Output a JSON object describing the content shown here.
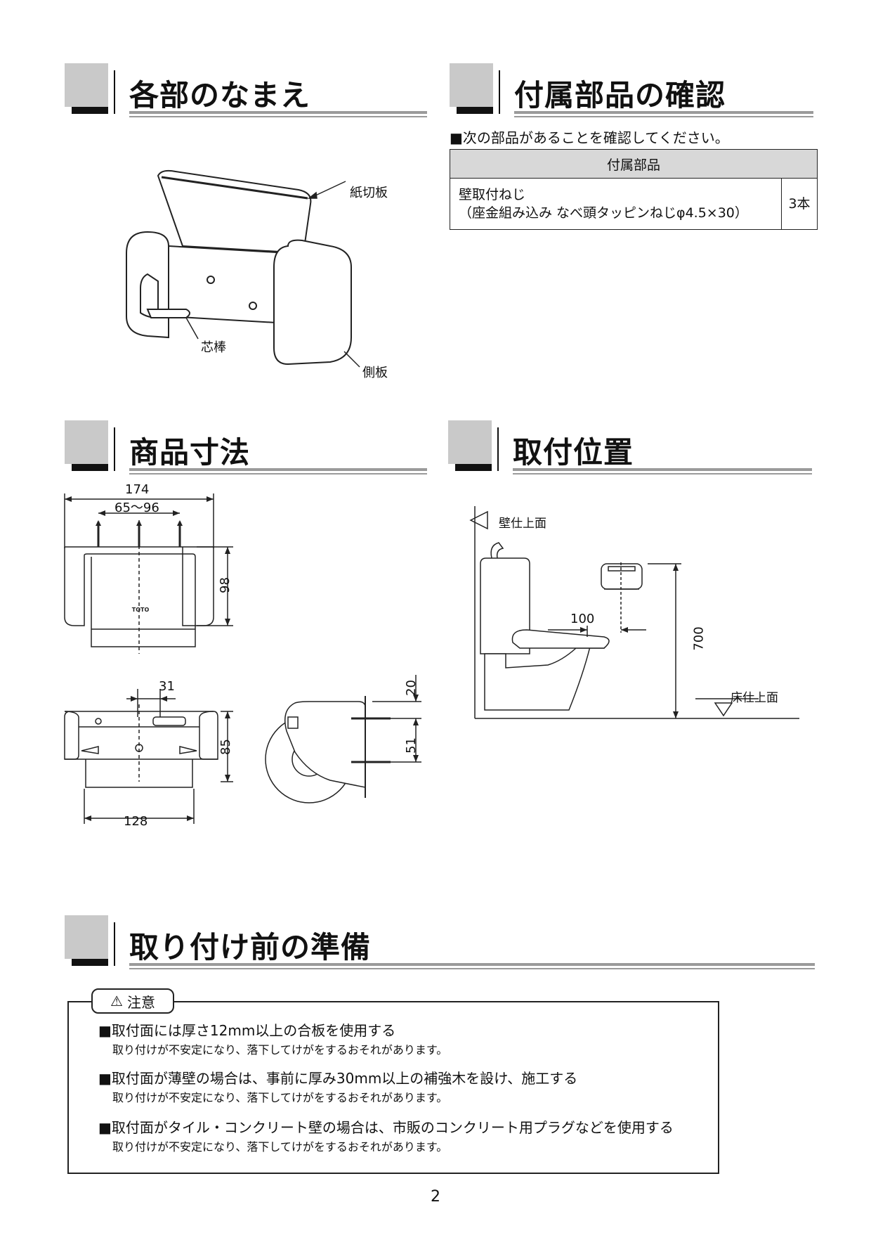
{
  "sections": {
    "names": "各部のなまえ",
    "parts_check": "付属部品の確認",
    "dimensions": "商品寸法",
    "position": "取付位置",
    "preparation": "取り付け前の準備"
  },
  "part_labels": {
    "cutter": "紙切板",
    "core": "芯棒",
    "side": "側板"
  },
  "parts": {
    "intro": "■次の部品があることを確認してください。",
    "header": "付属部品",
    "item_line1": "壁取付ねじ",
    "item_line2": "（座金組み込み なべ頭タッピンねじφ4.5×30）",
    "qty": "3本"
  },
  "dims": {
    "width": "174",
    "pitch": "65〜96",
    "height": "98",
    "offset": "31",
    "depth": "85",
    "inner": "128",
    "top_gap": "20",
    "screw_gap": "51"
  },
  "position": {
    "wall": "壁仕上面",
    "floor": "床仕上面",
    "horizontal": "100",
    "vertical": "700"
  },
  "caution": {
    "label": "注意",
    "warn_icon": "⚠",
    "items": [
      {
        "head": "■取付面には厚さ12mm以上の合板を使用する",
        "sub": "取り付けが不安定になり、落下してけがをするおそれがあります。"
      },
      {
        "head": "■取付面が薄壁の場合は、事前に厚み30mm以上の補強木を設け、施工する",
        "sub": "取り付けが不安定になり、落下してけがをするおそれがあります。"
      },
      {
        "head": "■取付面がタイル・コンクリート壁の場合は、市販のコンクリート用プラグなどを使用する",
        "sub": "取り付けが不安定になり、落下してけがをするおそれがあります。"
      }
    ]
  },
  "page_number": "2"
}
